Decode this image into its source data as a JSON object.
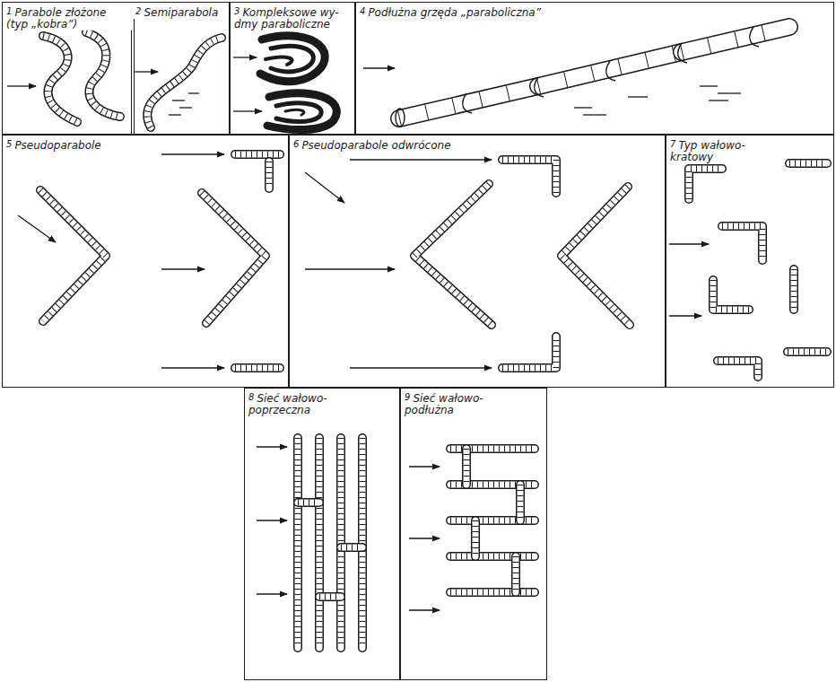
{
  "diagram": {
    "nodes": [
      {
        "text": [
          "1",
          "Parabole złożone (typ „kobra”)"
        ]
      },
      {
        "text": [
          "2",
          "Semiparabola"
        ]
      },
      {
        "text": [
          "3",
          "Kompleksowe wy- dmy paraboliczne"
        ]
      },
      {
        "text": [
          "4",
          "Podłużna grzęda „paraboliczna”"
        ]
      },
      {
        "text": [
          "5",
          "Pseudoparabole"
        ]
      },
      {
        "text": [
          "6",
          "Pseudoparabole odwrócone"
        ]
      },
      {
        "text": [
          "7",
          "Typ wałowo- kratowy"
        ]
      },
      {
        "text": [
          "8",
          "Sieć wałowo- poprzeczna"
        ]
      },
      {
        "text": [
          "9",
          "Sieć wałowo- podłużna"
        ]
      }
    ]
  }
}
